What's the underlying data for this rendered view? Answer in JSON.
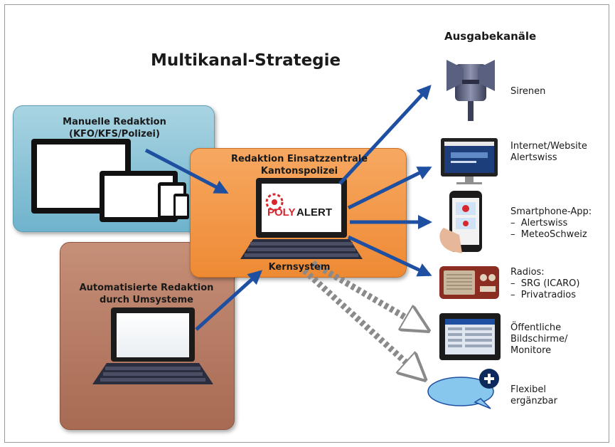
{
  "title": "Multikanal-Strategie",
  "channels_heading": "Ausgabekanäle",
  "sources": {
    "manual": "Manuelle Redaktion\n(KFO/KFS/Polizei)",
    "automated": "Automatisierte Redaktion\ndurch Umsysteme"
  },
  "core": {
    "title": "Redaktion Einsatzzentrale\nKantonspolizei",
    "logo_part1": "POLY",
    "logo_part2": "ALERT",
    "system_label": "Kernsystem"
  },
  "channels": [
    {
      "icon": "siren-icon",
      "label": "Sirenen"
    },
    {
      "icon": "website-monitor-icon",
      "label": "Internet/Website\nAlertswiss"
    },
    {
      "icon": "smartphone-icon",
      "label": "Smartphone-App:\n–  Alertswiss\n–  MeteoSchweiz"
    },
    {
      "icon": "radio-icon",
      "label": "Radios:\n–  SRG (ICARO)\n–  Privatradios"
    },
    {
      "icon": "public-screen-icon",
      "label": "Öffentliche\nBildschirme/\nMonitore"
    },
    {
      "icon": "add-bubble-icon",
      "label": "Flexibel\nergänzbar"
    }
  ],
  "colors": {
    "arrow": "#1f4fa0",
    "manual_box": "#8cc4d8",
    "automated_box": "#b47a62",
    "core_box": "#f29845",
    "logo_red": "#d8262f"
  }
}
